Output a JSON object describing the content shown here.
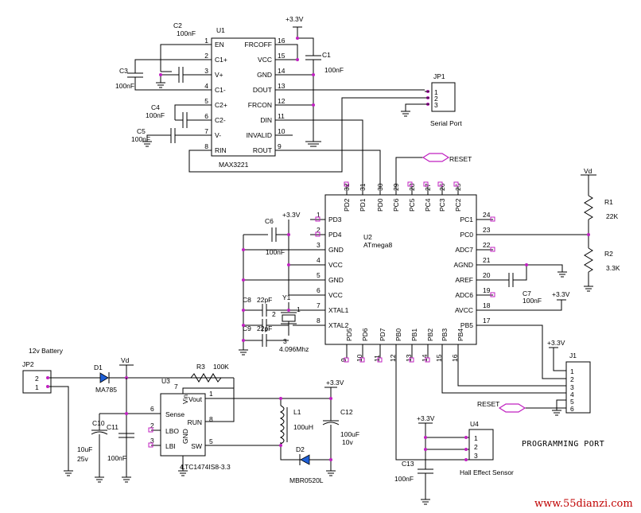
{
  "u1": {
    "ref": "U1",
    "part": "MAX3221",
    "left_pins": [
      {
        "num": "1",
        "name": "EN"
      },
      {
        "num": "2",
        "name": "C1+"
      },
      {
        "num": "3",
        "name": "V+"
      },
      {
        "num": "4",
        "name": "C1-"
      },
      {
        "num": "5",
        "name": "C2+"
      },
      {
        "num": "6",
        "name": "C2-"
      },
      {
        "num": "7",
        "name": "V-"
      },
      {
        "num": "8",
        "name": "RIN"
      }
    ],
    "right_pins": [
      {
        "num": "16",
        "name": "FRCOFF"
      },
      {
        "num": "15",
        "name": "VCC"
      },
      {
        "num": "14",
        "name": "GND"
      },
      {
        "num": "13",
        "name": "DOUT"
      },
      {
        "num": "12",
        "name": "FRCON"
      },
      {
        "num": "11",
        "name": "DIN"
      },
      {
        "num": "10",
        "name": "INVALID"
      },
      {
        "num": "9",
        "name": "ROUT"
      }
    ]
  },
  "u2": {
    "ref": "U2",
    "part": "ATmega8",
    "top_pins": [
      {
        "num": "32",
        "name": "PD2"
      },
      {
        "num": "31",
        "name": "PD1"
      },
      {
        "num": "30",
        "name": "PD0"
      },
      {
        "num": "29",
        "name": "PC6"
      },
      {
        "num": "28",
        "name": "PC5"
      },
      {
        "num": "27",
        "name": "PC4"
      },
      {
        "num": "26",
        "name": "PC3"
      },
      {
        "num": "25",
        "name": "PC2"
      }
    ],
    "left_pins": [
      {
        "num": "1",
        "name": "PD3"
      },
      {
        "num": "2",
        "name": "PD4"
      },
      {
        "num": "3",
        "name": "GND"
      },
      {
        "num": "4",
        "name": "VCC"
      },
      {
        "num": "5",
        "name": "GND"
      },
      {
        "num": "6",
        "name": "VCC"
      },
      {
        "num": "7",
        "name": "XTAL1"
      },
      {
        "num": "8",
        "name": "XTAL2"
      }
    ],
    "right_pins": [
      {
        "num": "24",
        "name": "PC1"
      },
      {
        "num": "23",
        "name": "PC0"
      },
      {
        "num": "22",
        "name": "ADC7"
      },
      {
        "num": "21",
        "name": "AGND"
      },
      {
        "num": "20",
        "name": "AREF"
      },
      {
        "num": "19",
        "name": "ADC6"
      },
      {
        "num": "18",
        "name": "AVCC"
      },
      {
        "num": "17",
        "name": "PB5"
      }
    ],
    "bottom_pins": [
      {
        "num": "9",
        "name": "PD5"
      },
      {
        "num": "10",
        "name": "PD6"
      },
      {
        "num": "11",
        "name": "PD7"
      },
      {
        "num": "12",
        "name": "PB0"
      },
      {
        "num": "13",
        "name": "PB1"
      },
      {
        "num": "14",
        "name": "PB2"
      },
      {
        "num": "15",
        "name": "PB3"
      },
      {
        "num": "16",
        "name": "PB4"
      }
    ]
  },
  "u3": {
    "ref": "U3",
    "part": "LTC1474IS8-3.3",
    "vin": "Vin",
    "left_pins": [
      {
        "num": "6",
        "name": "Sense"
      },
      {
        "num": "2",
        "name": "LBO"
      },
      {
        "num": "3",
        "name": "LBI"
      }
    ],
    "right_pins": [
      {
        "num": "1",
        "name": "Vout"
      },
      {
        "num": "8",
        "name": "RUN"
      },
      {
        "num": "5",
        "name": "SW"
      }
    ],
    "top_pin_num": "7",
    "gnd_name": "GND",
    "gnd_num": "4"
  },
  "u4": {
    "ref": "U4",
    "label": "Hall Effect Sensor",
    "pins": [
      "1",
      "2",
      "3"
    ]
  },
  "jp1": {
    "ref": "JP1",
    "label": "Serial Port",
    "pins": [
      "1",
      "2",
      "3"
    ]
  },
  "jp2": {
    "ref": "JP2",
    "label": "12v Battery",
    "pins": [
      "2",
      "1"
    ]
  },
  "j1": {
    "ref": "J1",
    "label": "PROGRAMMING PORT",
    "pins": [
      "1",
      "2",
      "3",
      "4",
      "5",
      "6"
    ]
  },
  "parts": {
    "c1": {
      "ref": "C1",
      "value": "100nF"
    },
    "c2": {
      "ref": "C2",
      "value": "100nF"
    },
    "c3": {
      "ref": "C3",
      "value": "100nF"
    },
    "c4": {
      "ref": "C4",
      "value": "100nF"
    },
    "c5": {
      "ref": "C5",
      "value": "100nF"
    },
    "c6": {
      "ref": "C6",
      "value": "100nF"
    },
    "c7": {
      "ref": "C7",
      "value": "100nF"
    },
    "c8": {
      "ref": "C8",
      "value": "22pF"
    },
    "c9": {
      "ref": "C9",
      "value": "22pF"
    },
    "c10": {
      "ref": "C10",
      "value": "10uF",
      "rating": "25v"
    },
    "c11": {
      "ref": "C11",
      "value": "100nF"
    },
    "c12": {
      "ref": "C12",
      "value": "100uF",
      "rating": "10v"
    },
    "c13": {
      "ref": "C13",
      "value": "100nF"
    },
    "r1": {
      "ref": "R1",
      "value": "22K"
    },
    "r2": {
      "ref": "R2",
      "value": "3.3K"
    },
    "r3": {
      "ref": "R3",
      "value": "100K"
    },
    "l1": {
      "ref": "L1",
      "value": "100uH"
    },
    "d1": {
      "ref": "D1",
      "value": "MA785"
    },
    "d2": {
      "ref": "D2",
      "value": "MBR0520L"
    },
    "y1": {
      "ref": "Y1",
      "value": "4.096Mhz",
      "pins": [
        "1",
        "2",
        "3"
      ]
    }
  },
  "nets": {
    "v33": "+3.3V",
    "vd": "Vd",
    "reset": "RESET"
  },
  "watermark": "www.55dianzi.com"
}
